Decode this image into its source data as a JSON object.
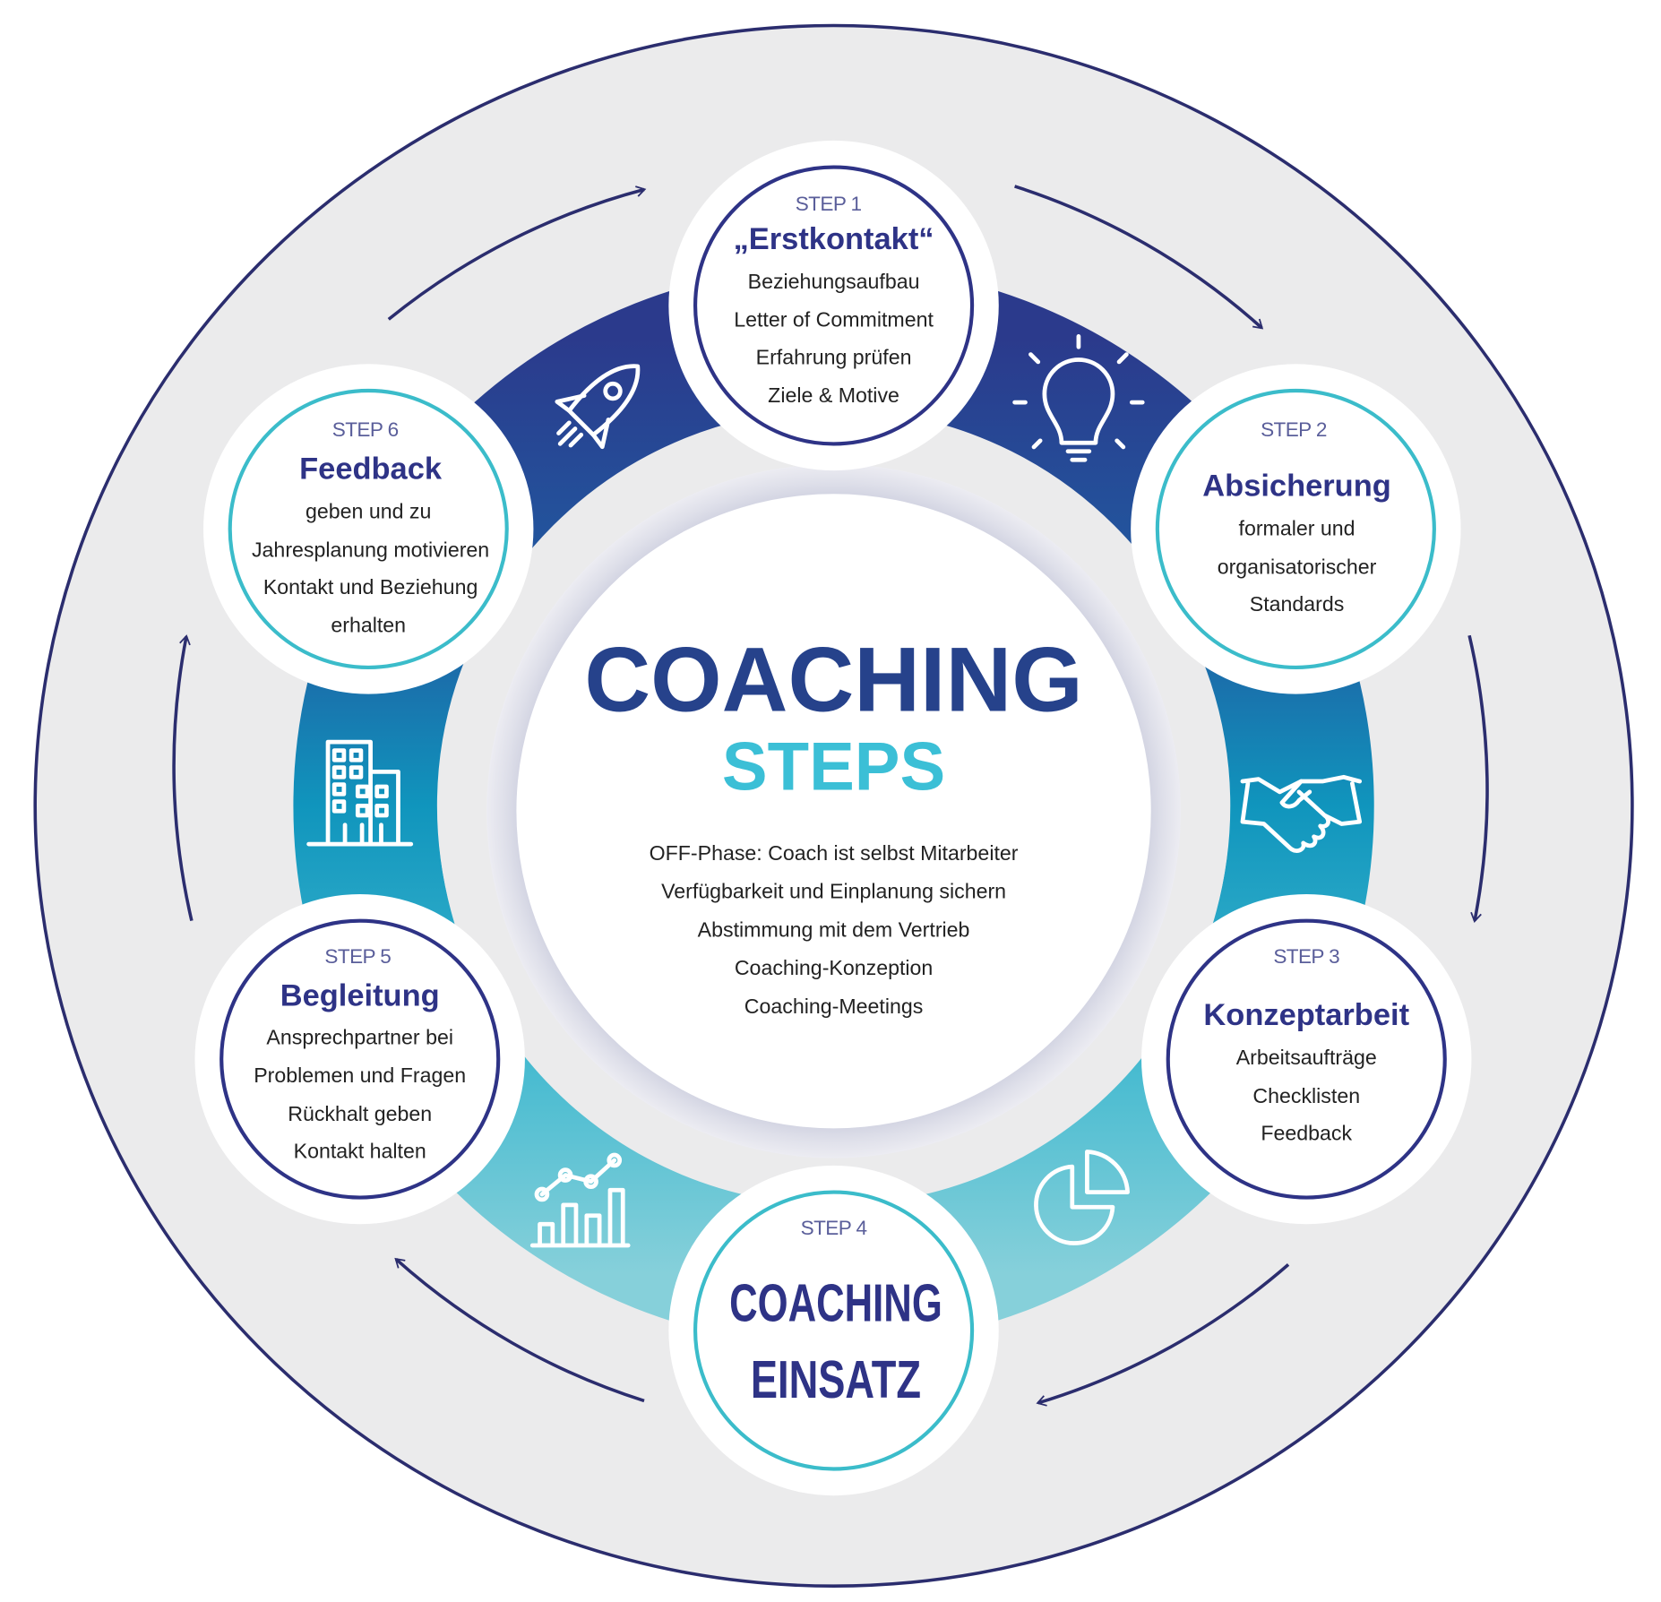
{
  "center": {
    "title": "COACHING",
    "subtitle": "STEPS",
    "lines": [
      "OFF-Phase: Coach ist selbst Mitarbeiter",
      "Verfügbarkeit und Einplanung sichern",
      "Abstimmung mit dem Vertrieb",
      "Coaching-Konzeption",
      "Coaching-Meetings"
    ]
  },
  "steps": [
    {
      "label": "STEP 1",
      "title": "„Erstkontakt“",
      "lines": [
        "Beziehungsaufbau",
        "Letter of Commitment",
        "Erfahrung prüfen",
        "Ziele & Motive"
      ]
    },
    {
      "label": "STEP 2",
      "title": "Absicherung",
      "lines": [
        "formaler und",
        "organisatorischer",
        "Standards"
      ]
    },
    {
      "label": "STEP 3",
      "title": "Konzeptarbeit",
      "lines": [
        "Arbeitsaufträge",
        "Checklisten",
        "Feedback"
      ]
    },
    {
      "label": "STEP 4",
      "title_lines": [
        "COACHING",
        "EINSATZ"
      ]
    },
    {
      "label": "STEP 5",
      "title": "Begleitung",
      "lines": [
        "Ansprechpartner bei",
        "Problemen und Fragen",
        "Rückhalt geben",
        "Kontakt halten"
      ]
    },
    {
      "label": "STEP 6",
      "title": "Feedback",
      "lines": [
        "geben und zu",
        "Jahresplanung motivieren",
        "Kontakt und Beziehung",
        "erhalten"
      ]
    }
  ],
  "icons": [
    "rocket-icon",
    "lightbulb-icon",
    "handshake-icon",
    "pie-chart-icon",
    "bar-line-chart-icon",
    "building-icon"
  ],
  "colors": {
    "navy": "#2e3386",
    "teal": "#3bbcca",
    "title_blue": "#26428b",
    "steps_cyan": "#3bbfd6",
    "background_ring": "#ebebec"
  }
}
